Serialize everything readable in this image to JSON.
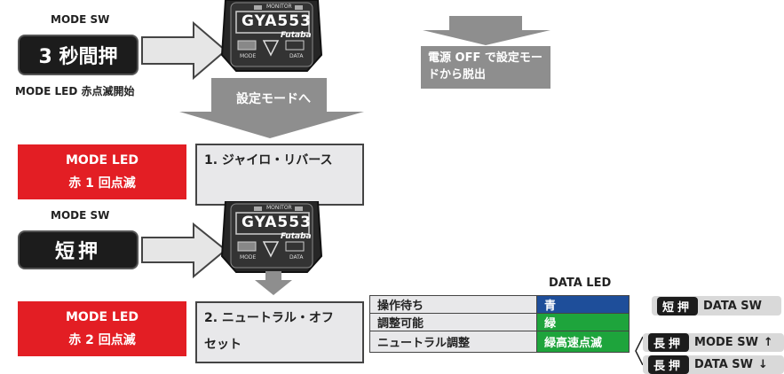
{
  "top": {
    "mode_sw_label": "MODE SW",
    "hold_button_text": "3 秒間押",
    "mode_led_blink_label": "MODE LED 赤点滅開始",
    "to_setting_mode": "設定モードへ",
    "power_off_exit": "電源 OFF で設定モードから脱出"
  },
  "device": {
    "monitor": "MONITOR",
    "model": "GYA553",
    "brand": "Futaba",
    "mode_key": "MODE",
    "data_key": "DATA"
  },
  "step1": {
    "led_line1": "MODE LED",
    "led_line2": "赤 1 回点滅",
    "title": "1. ジャイロ・リバース"
  },
  "middle": {
    "mode_sw_label": "MODE SW",
    "short_press_text": "短押"
  },
  "step2": {
    "led_line1": "MODE LED",
    "led_line2": "赤 2 回点滅",
    "title_line1": "2. ニュートラル・オフ",
    "title_line2": "セット"
  },
  "data_led": {
    "header": "DATA LED",
    "rows": [
      {
        "state": "操作待ち",
        "led": "青",
        "color": "#1e4e9a"
      },
      {
        "state": "調整可能",
        "led": "緑",
        "color": "#1ea43c"
      },
      {
        "state": "ニュートラル調整",
        "led": "緑高速点滅",
        "color": "#1ea43c"
      }
    ]
  },
  "actions": {
    "short_data": {
      "tag": "短押",
      "text": "DATA SW"
    },
    "long_mode": {
      "tag": "長押",
      "text": "MODE SW",
      "arrow": "↑"
    },
    "long_data": {
      "tag": "長押",
      "text": "DATA SW",
      "arrow": "↓"
    }
  }
}
